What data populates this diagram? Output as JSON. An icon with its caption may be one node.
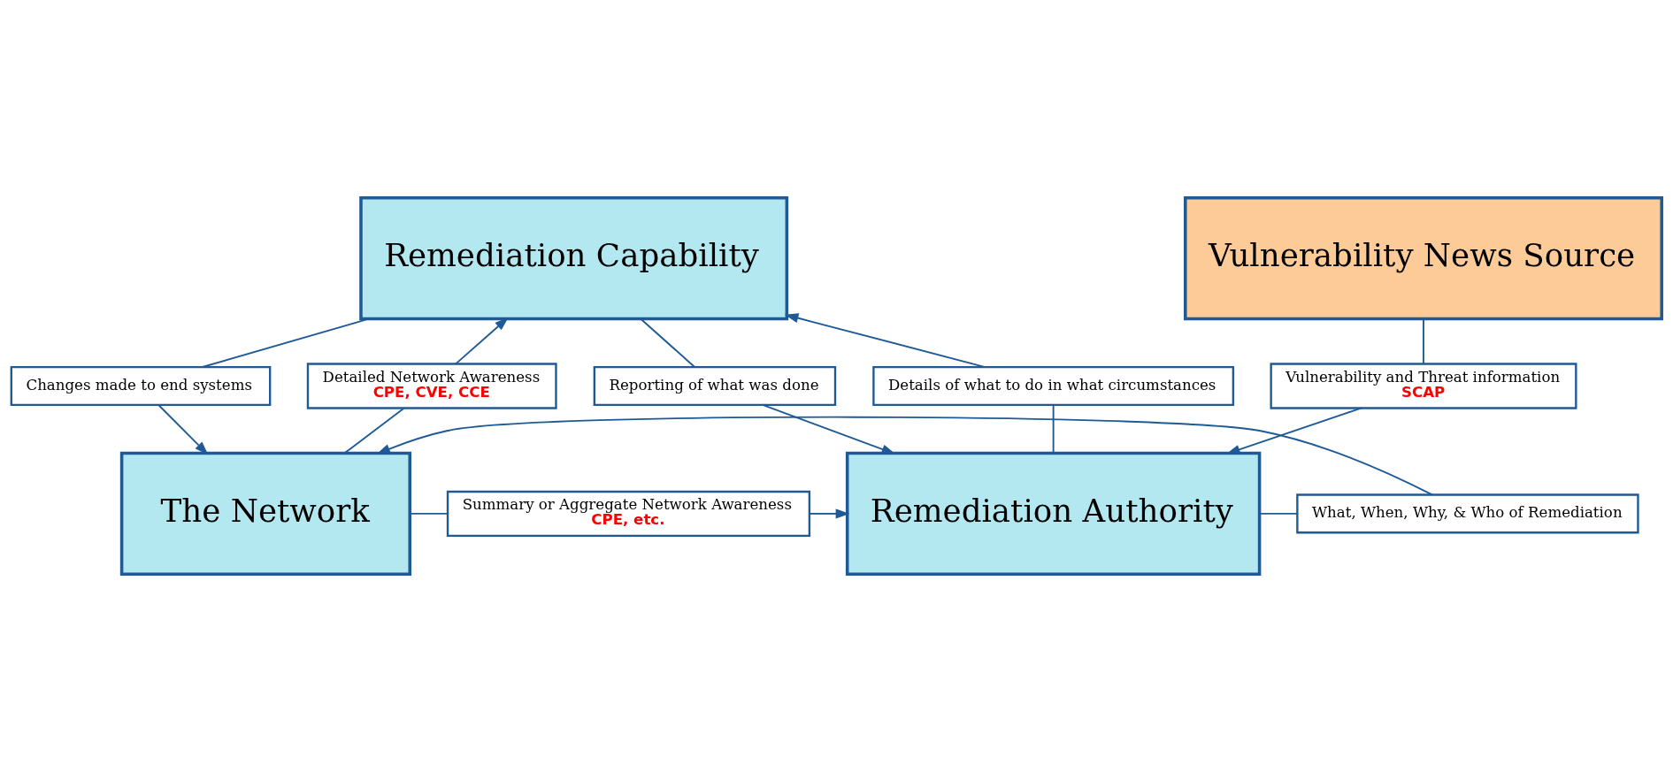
{
  "diagram": {
    "nodes": [
      {
        "text": [
          "Remediation Capability"
        ]
      },
      {
        "text": [
          "Vulnerability News Source"
        ]
      },
      {
        "text": [
          "Detailed Network Awareness",
          "CPE, CVE, CCE"
        ]
      },
      {
        "text": [
          "Changes made to end systems"
        ]
      },
      {
        "text": [
          "Reporting of what was done"
        ]
      },
      {
        "text": [
          "Details of what to do in what circumstances"
        ]
      },
      {
        "text": [
          "The Network"
        ]
      },
      {
        "text": [
          "Summary or Aggregate Network Awareness",
          "CPE, etc."
        ]
      },
      {
        "text": [
          "Remediation Authority"
        ]
      },
      {
        "text": [
          "Vulnerability and Threat information",
          "SCAP"
        ]
      },
      {
        "text": [
          "What, When, Why, & Who of Remediation"
        ]
      }
    ],
    "edges": [
      {
        "from": 6,
        "to": 2,
        "arrow": "none"
      },
      {
        "from": 2,
        "to": 0,
        "arrow": "to"
      },
      {
        "from": 0,
        "to": 3,
        "arrow": "none"
      },
      {
        "from": 3,
        "to": 6,
        "arrow": "to"
      },
      {
        "from": 0,
        "to": 4,
        "arrow": "none"
      },
      {
        "from": 4,
        "to": 8,
        "arrow": "to"
      },
      {
        "from": 8,
        "to": 5,
        "arrow": "none"
      },
      {
        "from": 5,
        "to": 0,
        "arrow": "to"
      },
      {
        "from": 6,
        "to": 7,
        "arrow": "none"
      },
      {
        "from": 7,
        "to": 8,
        "arrow": "to"
      },
      {
        "from": 1,
        "to": 9,
        "arrow": "none"
      },
      {
        "from": 9,
        "to": 8,
        "arrow": "to"
      },
      {
        "from": 8,
        "to": 10,
        "arrow": "none"
      },
      {
        "from": 10,
        "to": 6,
        "arrow": "to"
      }
    ]
  }
}
